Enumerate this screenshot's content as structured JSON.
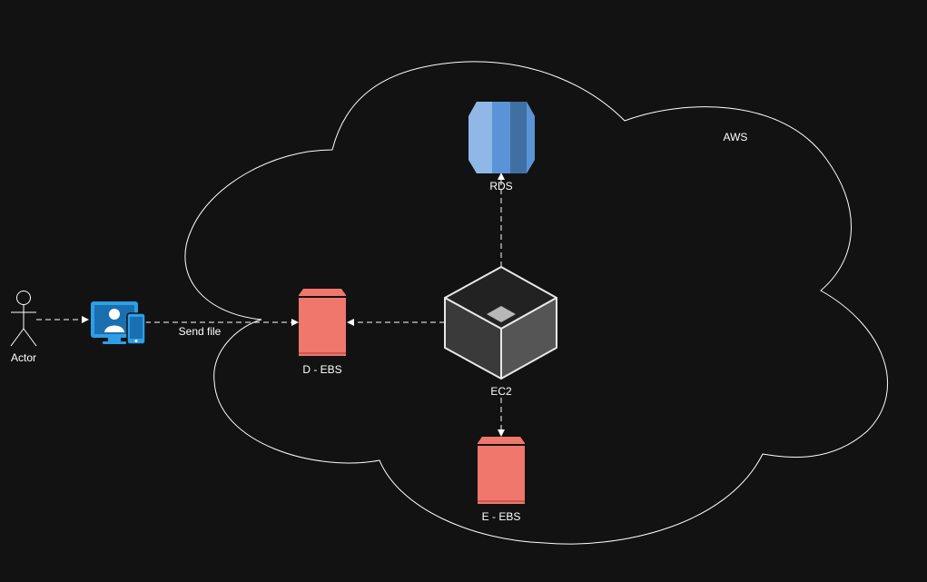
{
  "colors": {
    "background": "#121212",
    "line": "#ffffff",
    "ebs": "#f0776b",
    "rds_light": "#8fb8e6",
    "rds_mid": "#5a94d6",
    "rds_dark": "#3f6fa3",
    "device_blue": "#2d9fe6"
  },
  "cloud": {
    "label": "AWS"
  },
  "actor": {
    "label": "Actor",
    "icon": "stick-figure-icon"
  },
  "device": {
    "icon": "desktop-mobile-device-icon"
  },
  "nodes": {
    "rds": {
      "label": "RDS",
      "icon": "database-icon"
    },
    "ec2": {
      "label": "EC2",
      "icon": "server-cube-icon"
    },
    "d_ebs": {
      "label": "D - EBS",
      "icon": "storage-volume-icon"
    },
    "e_ebs": {
      "label": "E - EBS",
      "icon": "storage-volume-icon"
    }
  },
  "edges": {
    "device_to_debs": {
      "label": "Send file"
    }
  }
}
